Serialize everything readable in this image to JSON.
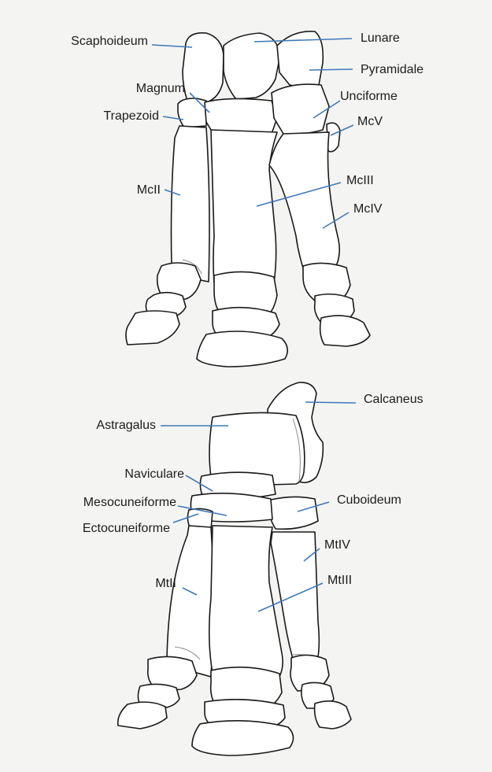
{
  "accent_color": "#3f79b8",
  "forelimb": {
    "labels": {
      "scaphoideum": "Scaphoideum",
      "lunare": "Lunare",
      "pyramidale": "Pyramidale",
      "magnum": "Magnum",
      "unciforme": "Unciforme",
      "trapezoid": "Trapezoid",
      "mcv": "McV",
      "mcii": "McII",
      "mciii": "McIII",
      "mciv": "McIV"
    }
  },
  "hindlimb": {
    "labels": {
      "calcaneus": "Calcaneus",
      "astragalus": "Astragalus",
      "naviculare": "Naviculare",
      "cuboideum": "Cuboideum",
      "mesocuneiforme": "Mesocuneiforme",
      "ectocuneiforme": "Ectocuneiforme",
      "mtiv": "MtIV",
      "mtii": "MtII",
      "mtiii": "MtIII"
    }
  }
}
